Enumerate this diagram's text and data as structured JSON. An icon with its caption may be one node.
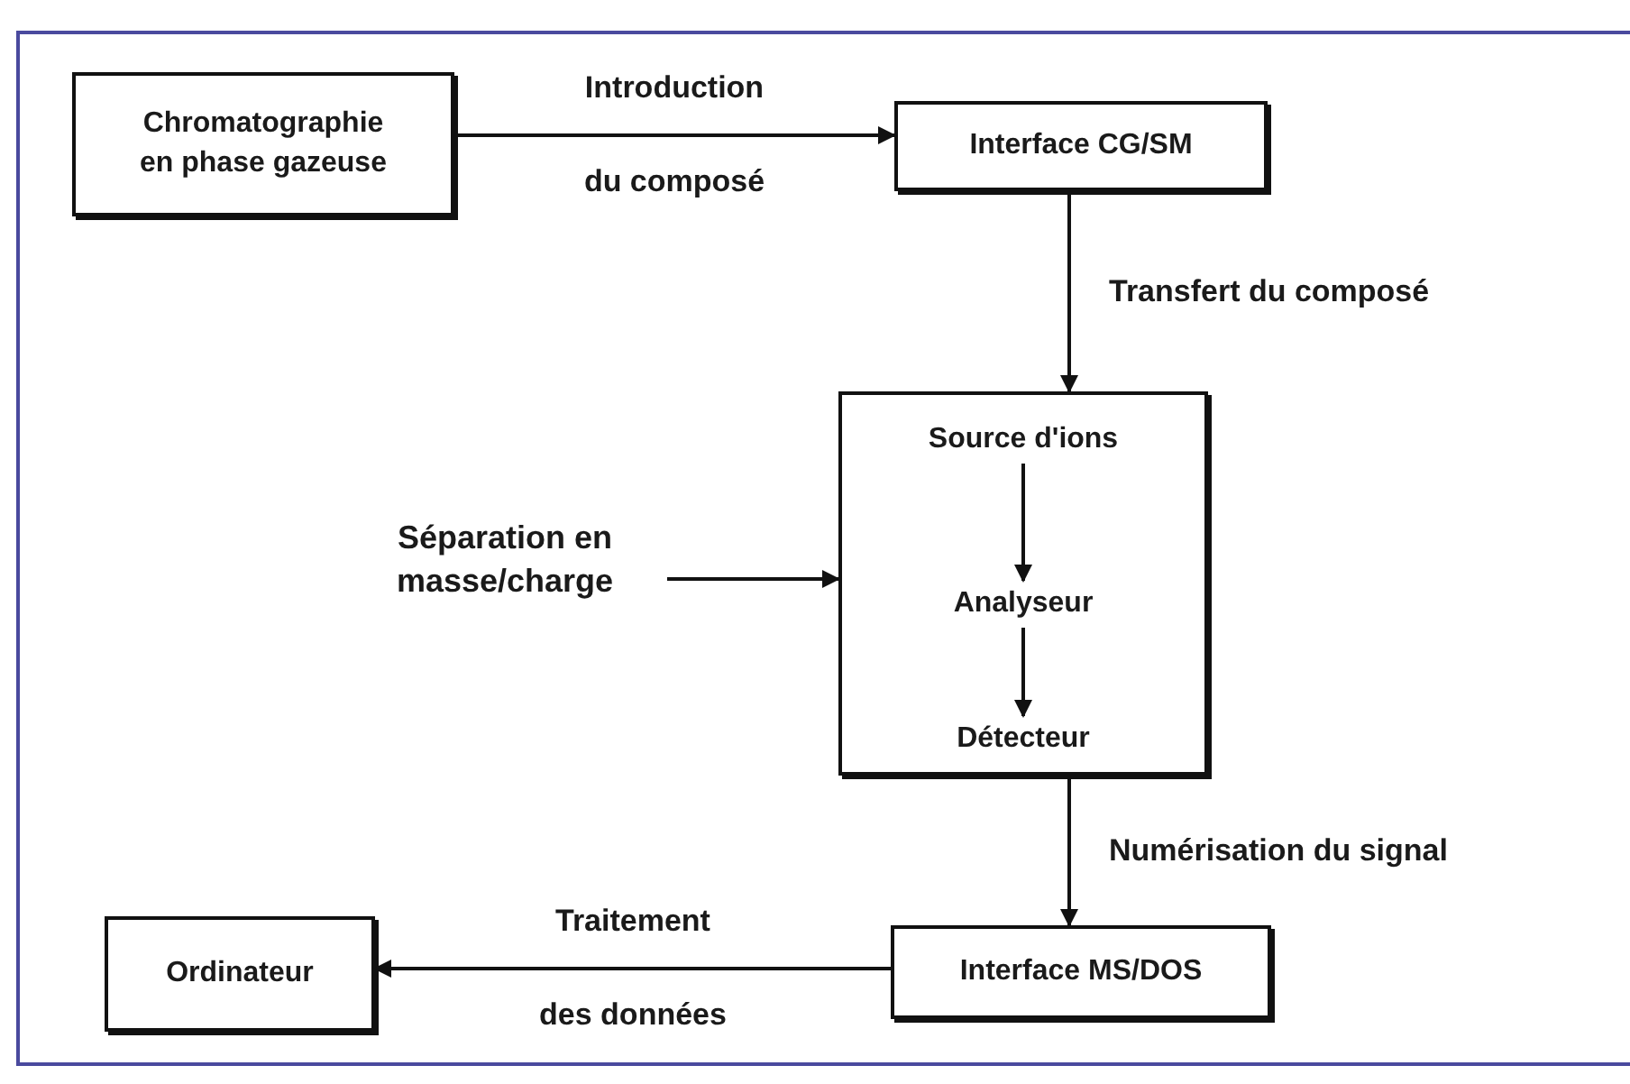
{
  "diagram": {
    "nodes": [
      {
        "text": [
          "Chromatographie en phase gazeuse"
        ]
      },
      {
        "text": [
          "Interface CG/SM"
        ]
      },
      {
        "text": [],
        "shape": "box"
      },
      {
        "text": [
          "Source d'ions"
        ],
        "in": 2
      },
      {
        "text": [
          "Analyseur"
        ],
        "in": 2
      },
      {
        "text": [
          "Détecteur"
        ],
        "in": 2
      },
      {
        "text": [
          "Séparation en masse/charge"
        ]
      },
      {
        "text": [
          "Interface MS/DOS"
        ]
      },
      {
        "text": [
          "Ordinateur"
        ]
      }
    ],
    "edges": [
      {
        "from": 0,
        "to": 1,
        "arrow": "to",
        "label": "Introduction du composé"
      },
      {
        "from": 1,
        "to": 2,
        "arrow": "to",
        "label": "Transfert du composé"
      },
      {
        "from": 3,
        "to": 4,
        "arrow": "to"
      },
      {
        "from": 4,
        "to": 5,
        "arrow": "to"
      },
      {
        "from": 6,
        "to": 2,
        "arrow": "to"
      },
      {
        "from": 2,
        "to": 7,
        "arrow": "to",
        "label": "Numérisation du signal"
      },
      {
        "from": 7,
        "to": 8,
        "arrow": "to",
        "label": "Traitement des données"
      }
    ]
  }
}
